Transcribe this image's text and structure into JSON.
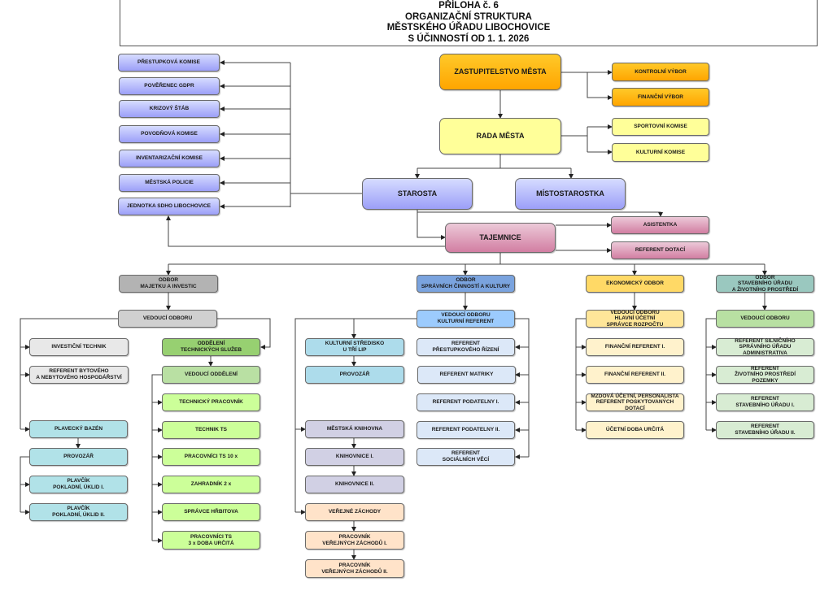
{
  "title": {
    "line1": "PŘÍLOHA č. 6",
    "line2": "ORGANIZAČNÍ STRUKTURA",
    "line3": "MĚSTSKÉHO ÚŘADU LIBOCHOVICE",
    "line4": "S ÚČINNOSTÍ OD 1. 1. 2026"
  },
  "nodes": {
    "prest": "PŘESTUPKOVÁ KOMISE",
    "gdpr": "POVĚŘENEC GDPR",
    "krizovy": "KRIZOVÝ ŠTÁB",
    "povodnova": "POVODŇOVÁ KOMISE",
    "invent": "INVENTARIZAČNÍ KOMISE",
    "policie": "MĚSTSKÁ POLICIE",
    "sdho": "JEDNOTKA SDHO LIBOCHOVICE",
    "zastup": "ZASTUPITELSTVO MĚSTA",
    "kontrolni": "KONTROLNÍ VÝBOR",
    "financni_vybor": "FINANČNÍ VÝBOR",
    "rada": "RADA MĚSTA",
    "sportovni": "SPORTOVNÍ KOMISE",
    "kulturni_komise": "KULTURNÍ KOMISE",
    "starosta": "STAROSTA",
    "mistostarostka": "MÍSTOSTAROSTKA",
    "tajemnice": "TAJEMNICE",
    "asistentka": "ASISTENTKA",
    "ref_dotaci": "REFERENT DOTACÍ",
    "odbor_majetku": "ODBOR\nMAJETKU A INVESTIC",
    "ved_majetku": "VEDOUCÍ ODBORU",
    "invest_tech": "INVESTIČNÍ TECHNIK",
    "ref_bytoveho": "REFERENT BYTOVÉHO\nA NEBYTOVÉHO HOSPODÁŘSTVÍ",
    "plavecky": "PLAVECKÝ BAZÉN",
    "provozar_bazen": "PROVOZÁŘ",
    "plavcik1": "PLAVČÍK\nPOKLADNÍ, ÚKLID I.",
    "plavcik2": "PLAVČÍK\nPOKLADNÍ, ÚKLID II.",
    "odd_ts": "ODDĚLENÍ\nTECHNICKÝCH SLUŽEB",
    "ved_odd_ts": "VEDOUCÍ ODDĚLENÍ",
    "tech_prac": "TECHNICKÝ PRACOVNÍK",
    "technik_ts": "TECHNIK TS",
    "prac_ts10": "PRACOVNÍCI TS 10 x",
    "zahradnik": "ZAHRADNÍK 2 x",
    "spravce": "SPRÁVCE HŘBITOVA",
    "prac_ts3": "PRACOVNÍCI TS\n3 x  DOBA URČITÁ",
    "odbor_sprav": "ODBOR\nSPRÁVNÍCH ČINNOSTÍ A KULTURY",
    "ved_sprav": "VEDOUCÍ ODBORU\nKULTURNÍ REFERENT",
    "kult_stredisko": "KULTURNÍ STŘEDISKO\nU TŘÍ LIP",
    "provozar_ks": "PROVOZÁŘ",
    "knihovna": "MĚSTSKÁ KNIHOVNA",
    "knihovnice1": "KNIHOVNICE I.",
    "knihovnice2": "KNIHOVNICE II.",
    "zachody": "VEŘEJNÉ ZÁCHODY",
    "zach1": "PRACOVNÍK\nVEŘEJNÝCH ZÁCHODŮ I.",
    "zach2": "PRACOVNÍK\nVEŘEJNÝCH ZÁCHODŮ II.",
    "ref_prest": "REFERENT\nPŘESTUPKOVÉHO ŘÍZENÍ",
    "ref_matriky": "REFERENT MATRIKY",
    "ref_pod1": "REFERENT PODATELNY I.",
    "ref_pod2": "REFERENT PODATELNY II.",
    "ref_soc": "REFERENT\nSOCIÁLNÍCH VĚCÍ",
    "odbor_ekon": "EKONOMICKÝ ODBOR",
    "ved_ekon": "VEDOUCÍ ODBORU\nHLAVNÍ ÚČETNÍ\nSPRÁVCE ROZPOČTU",
    "fin_ref1": "FINANČNÍ REFERENT I.",
    "fin_ref2": "FINANČNÍ REFERENT II.",
    "mzdova": "MZDOVÁ ÚČETNÍ, PERSONALISTA\nREFERENT POSKYTOVANÝCH DOTACÍ",
    "ucetni": "ÚČETNÍ DOBA URČITÁ",
    "odbor_stav": "ODBOR\nSTAVEBNÍHO ÚŘADU\nA ŽIVOTNÍHO PROSTŘEDÍ",
    "ved_stav": "VEDOUCÍ ODBORU",
    "ref_silnic": "REFERENT SILNIČNÍHO\nSPRÁVNÍHO ÚŘADU\nADMINISTRATIVA",
    "ref_zp": "REFERENT\nŽIVOTNÍHO PROSTŘEDÍ\nPOZEMKY",
    "ref_su1": "REFERENT\nSTAVEBNÍHO ÚŘADU I.",
    "ref_su2": "REFERENT\nSTAVEBNÍHO ÚŘADU II."
  }
}
